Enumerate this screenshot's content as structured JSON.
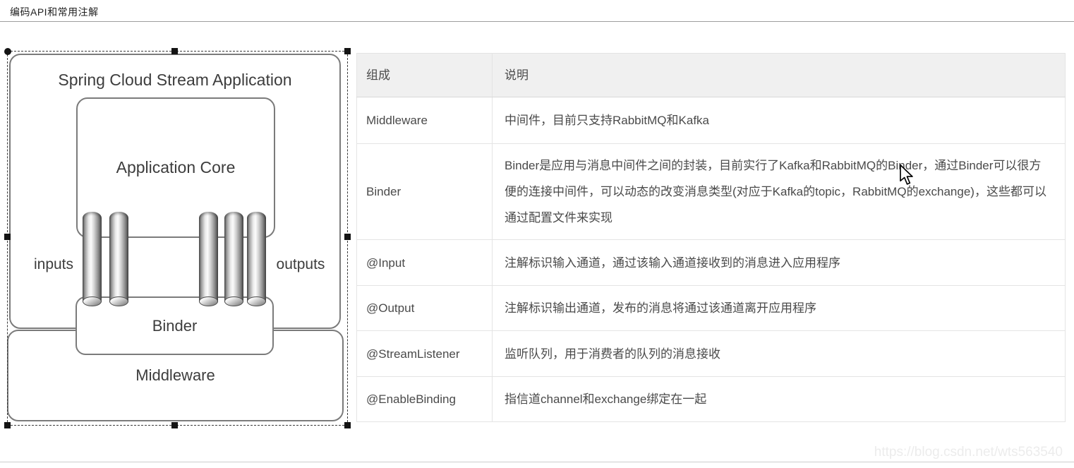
{
  "page": {
    "title": "编码API和常用注解",
    "watermark": "https://blog.csdn.net/wts563540"
  },
  "diagram": {
    "outer_label": "Spring Cloud Stream Application",
    "core_label": "Application Core",
    "binder_label": "Binder",
    "middleware_label": "Middleware",
    "inputs_label": "inputs",
    "outputs_label": "outputs"
  },
  "table": {
    "headers": [
      "组成",
      "说明"
    ],
    "rows": [
      {
        "name": "Middleware",
        "desc": "中间件，目前只支持RabbitMQ和Kafka"
      },
      {
        "name": "Binder",
        "desc": "Binder是应用与消息中间件之间的封装，目前实行了Kafka和RabbitMQ的Binder，通过Binder可以很方便的连接中间件，可以动态的改变消息类型(对应于Kafka的topic，RabbitMQ的exchange)，这些都可以通过配置文件来实现"
      },
      {
        "name": "@Input",
        "desc": "注解标识输入通道，通过该输入通道接收到的消息进入应用程序"
      },
      {
        "name": "@Output",
        "desc": "注解标识输出通道，发布的消息将通过该通道离开应用程序"
      },
      {
        "name": "@StreamListener",
        "desc": "监听队列，用于消费者的队列的消息接收"
      },
      {
        "name": "@EnableBinding",
        "desc": "指信道channel和exchange绑定在一起"
      }
    ]
  },
  "colors": {
    "header_bg": "#f0f0f0",
    "table_border": "#e4e4e4",
    "body_text": "#4a4a4a",
    "diagram_stroke": "#7b7b7b"
  }
}
